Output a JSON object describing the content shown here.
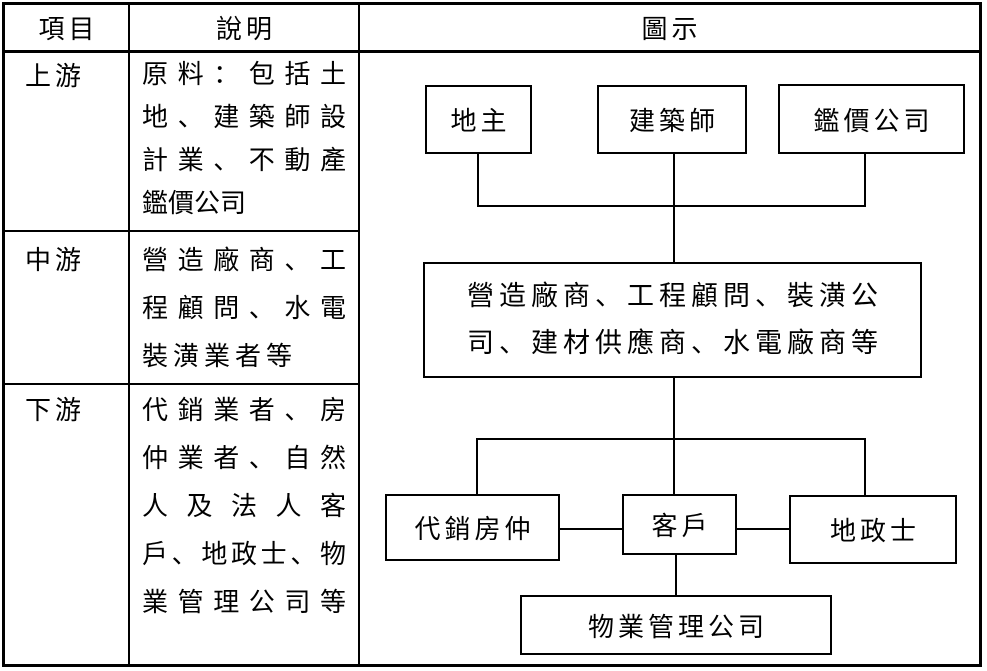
{
  "header": {
    "col_item": "項目",
    "col_desc": "說明",
    "col_diagram": "圖示"
  },
  "rows": [
    {
      "label": "上游",
      "lines": [
        "原料：包括土",
        "地、建築師設",
        "計業、不動產",
        "鑑價公司"
      ]
    },
    {
      "label": "中游",
      "lines": [
        "營造廠商、工",
        "程顧問、水電",
        "裝潢業者等"
      ]
    },
    {
      "label": "下游",
      "lines": [
        "代銷業者、房",
        "仲業者、自然",
        "人及法人客",
        "戶、地政士、物",
        "業管理公司等"
      ]
    }
  ],
  "diagram": {
    "landowner": "地主",
    "architect": "建築師",
    "appraisal_company": "鑑價公司",
    "midstream_line1": "營造廠商、工程顧問、裝潢公",
    "midstream_line2": "司、建材供應商、水電廠商等",
    "sales_brokerage": "代銷房仲",
    "customer": "客戶",
    "land_administration_agent": "地政士",
    "property_management_company": "物業管理公司"
  },
  "colors": {
    "ink": "#000000",
    "paper": "#ffffff"
  }
}
